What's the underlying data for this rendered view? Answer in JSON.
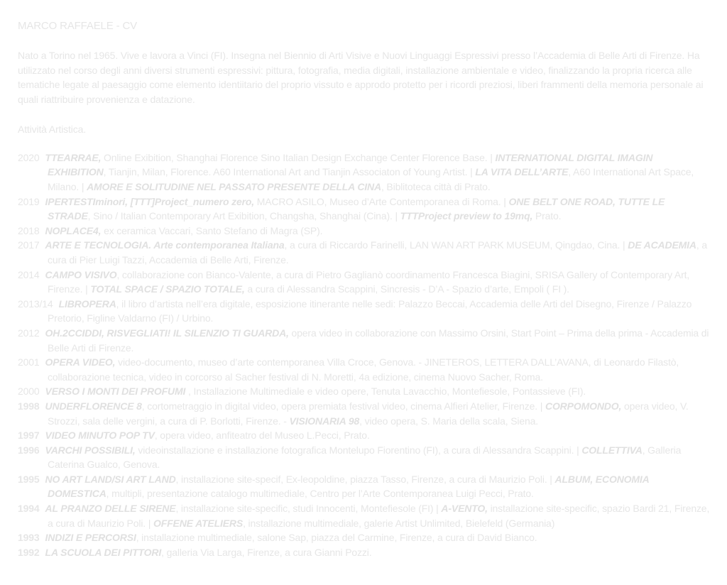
{
  "title": "MARCO RAFFAELE  - CV",
  "bio": "Nato a Torino nel 1965.  Vive e lavora a Vinci (FI). Insegna nel Biennio di Arti Visive e Nuovi Linguaggi Espressivi presso l’Accademia di Belle Arti di Firenze. Ha utilizzato nel corso degli anni diversi strumenti espressivi: pittura, fotografia, media digitali, installazione ambientale e video, finalizzando la propria ricerca alle tematiche legate al paesaggio come elemento identiitario del proprio vissuto e approdo protetto per i ricordi preziosi, liberi frammenti della memoria personale ai quali riattribuire provenienza e datazione.",
  "section_title": "Attività Artistica.",
  "entries": [
    {
      "year": "2020",
      "bold_year": false,
      "parts": [
        {
          "b": 1,
          "t": "TTEARRAE,"
        },
        {
          "t": " Online Exibition, Shanghai Florence Sino Italian Design Exchange Center Florence Base. | "
        },
        {
          "b": 1,
          "t": "INTERNATIONAL DIGITAL IMAGIN EXHIBITION"
        },
        {
          "t": ", Tianjin, Milan, Florence. A60 International Art and Tianjin Associaton of Young Artist. | "
        },
        {
          "b": 1,
          "t": "LA VITA DELL’ARTE"
        },
        {
          "t": ", A60 International Art Space, Milano. | "
        },
        {
          "b": 1,
          "t": "AMORE E SOLITUDINE NEL PASSATO PRESENTE DELLA CINA"
        },
        {
          "t": ", Biblitoteca città di Prato."
        }
      ]
    },
    {
      "year": "2019",
      "bold_year": false,
      "parts": [
        {
          "b": 1,
          "t": "IPERTESTIminori, [TTT]Project_numero zero,"
        },
        {
          "t": " MACRO ASILO, Museo d’Arte Contemporanea di Roma. | "
        },
        {
          "b": 1,
          "t": "ONE BELT ONE ROAD, TUTTE LE STRADE"
        },
        {
          "t": ", Sino / Italian Contemporary Art Exibition, Changsha, Shanghai (Cina). | "
        },
        {
          "b": 1,
          "t": "TTTProject preview to 19mq,"
        },
        {
          "t": " Prato."
        }
      ]
    },
    {
      "year": "2018",
      "bold_year": false,
      "parts": [
        {
          "b": 1,
          "t": "NOPLACE4,"
        },
        {
          "t": " ex ceramica Vaccari, Santo Stefano di Magra (SP)."
        }
      ]
    },
    {
      "year": "2017",
      "bold_year": false,
      "parts": [
        {
          "b": 1,
          "t": "ARTE E TECNOLOGIA. Arte contemporanea Italiana"
        },
        {
          "t": ", a cura di Riccardo Farinelli, LAN WAN ART PARK MUSEUM, Qingdao, Cina. | "
        },
        {
          "b": 1,
          "t": "DE ACADEMIA"
        },
        {
          "t": ", a cura di Pier Luigi Tazzi, Accademia di Belle Arti, Firenze."
        }
      ]
    },
    {
      "year": "2014",
      "bold_year": false,
      "parts": [
        {
          "b": 1,
          "t": "CAMPO VISIVO"
        },
        {
          "t": ", collaborazione con Bianco-Valente, a cura di Pietro Gaglianò coordinamento Francesca Biagini, SRISA Gallery of Contemporary Art, Firenze. | "
        },
        {
          "b": 1,
          "t": "TOTAL SPACE / SPAZIO TOTALE,"
        },
        {
          "t": " a cura di Alessandra Scappini, Sincresis - D’A - Spazio d’arte, Empoli ( FI )."
        }
      ]
    },
    {
      "year": "2013/14",
      "bold_year": false,
      "parts": [
        {
          "b": 1,
          "t": "LIBROPERA"
        },
        {
          "t": ", il libro d’artista nell’era digitale, esposizione itinerante nelle sedi: Palazzo Beccai, Accademia delle Arti del Disegno, Firenze / Palazzo Pretorio, Figline Valdarno (FI) / Urbino."
        }
      ]
    },
    {
      "year": "2012",
      "bold_year": false,
      "parts": [
        {
          "b": 1,
          "t": "OH.2CCIDDI, RISVEGLIATI! IL SILENZIO TI GUARDA,"
        },
        {
          "t": " opera video in collaborazione con Massimo Orsini, Start Point – Prima della prima - Accademia di  Belle Arti di Firenze."
        }
      ]
    },
    {
      "year": "2001",
      "bold_year": false,
      "parts": [
        {
          "b": 1,
          "t": "OPERA VIDEO,"
        },
        {
          "t": " video-documento, museo d’arte contemporanea Villa Croce, Genova. - JINETEROS, LETTERA DALL’AVANA, di  Leonardo Filastò, collaborazione tecnica, video in corcorso al Sacher festival di N. Moretti, 4a edizione, cinema Nuovo Sacher, Roma."
        }
      ]
    },
    {
      "year": "2000",
      "bold_year": false,
      "parts": [
        {
          "b": 1,
          "t": "VERSO I MONTI DEI PROFUMI"
        },
        {
          "t": " , Installazione Multimediale e video opere, Tenuta Lavacchio, Montefiesole, Pontassieve (FI)."
        }
      ]
    },
    {
      "year": "1998",
      "bold_year": true,
      "parts": [
        {
          "b": 1,
          "t": "UNDERFLORENCE 8"
        },
        {
          "t": ", cortometraggio in digital video, opera premiata  festival video, cinema Alfieri Atelier, Firenze. | "
        },
        {
          "b": 1,
          "t": "CORPOMONDO,"
        },
        {
          "t": " opera video, V. Strozzi, sala delle vergini, a cura di P. Borlotti, Firenze. - "
        },
        {
          "b": 1,
          "t": "VISIONARIA 98"
        },
        {
          "t": ", video opera, S. Maria della scala, Siena."
        }
      ]
    },
    {
      "year": "1997",
      "bold_year": true,
      "parts": [
        {
          "b": 1,
          "t": "VIDEO MINUTO POP TV"
        },
        {
          "t": ", opera video, anfiteatro del Museo L.Pecci, Prato."
        }
      ]
    },
    {
      "year": "1996",
      "bold_year": true,
      "parts": [
        {
          "b": 1,
          "t": "VARCHI POSSIBILI,"
        },
        {
          "t": " videoinstallazione e installazione fotografica Montelupo Fiorentino (FI), a cura di Alessandra Scappini. | "
        },
        {
          "b": 1,
          "t": "COLLETTIVA"
        },
        {
          "t": ", Galleria Caterina Gualco, Genova."
        }
      ]
    },
    {
      "year": "1995",
      "bold_year": true,
      "parts": [
        {
          "b": 1,
          "t": "NO ART LAND/SI ART LAND"
        },
        {
          "t": ", installazione site-specif, Ex-leopoldine, piazza Tasso, Firenze, a cura di Maurizio Poli. | "
        },
        {
          "b": 1,
          "t": "ALBUM, ECONOMIA DOMESTICA"
        },
        {
          "t": ", multipli, presentazione catalogo multimediale, Centro per l’Arte Contemporanea Luigi Pecci, Prato."
        }
      ]
    },
    {
      "year": "1994",
      "bold_year": true,
      "parts": [
        {
          "b": 1,
          "t": "AL PRANZO DELLE SIRENE"
        },
        {
          "t": ", installazione site-specific, studi Innocenti, Montefiesole (FI) | "
        },
        {
          "b": 1,
          "t": "A-VENTO,"
        },
        {
          "t": " installazione site-specific, spazio Bardi 21, Firenze, a cura di Maurizio Poli. | "
        },
        {
          "b": 1,
          "t": "OFFENE ATELIERS"
        },
        {
          "t": ", installazione multimediale, galerie Artist Unlimited, Bielefeld (Germania)"
        }
      ]
    },
    {
      "year": "1993",
      "bold_year": true,
      "parts": [
        {
          "b": 1,
          "t": "INDIZI E PERCORSI"
        },
        {
          "t": ", installazione multimediale, salone Sap, piazza del Carmine, Firenze, a cura di David Bianco."
        }
      ]
    },
    {
      "year": "1992",
      "bold_year": true,
      "parts": [
        {
          "b": 1,
          "t": "LA SCUOLA DEI PITTORI"
        },
        {
          "t": ", galleria Via Larga, Firenze, a cura Gianni Pozzi."
        }
      ]
    }
  ]
}
